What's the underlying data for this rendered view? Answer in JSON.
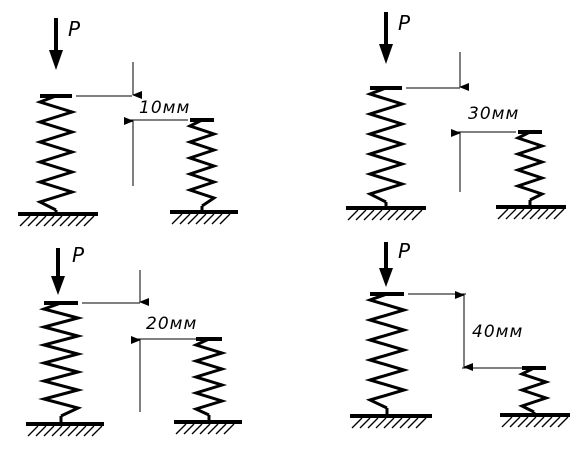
{
  "force_label": "P",
  "panels": [
    {
      "id": "a",
      "deflection_label": "10мм"
    },
    {
      "id": "b",
      "deflection_label": "30мм"
    },
    {
      "id": "c",
      "deflection_label": "20мм"
    },
    {
      "id": "d",
      "deflection_label": "40мм"
    }
  ],
  "colors": {
    "ink": "#000000",
    "background": "#ffffff"
  }
}
